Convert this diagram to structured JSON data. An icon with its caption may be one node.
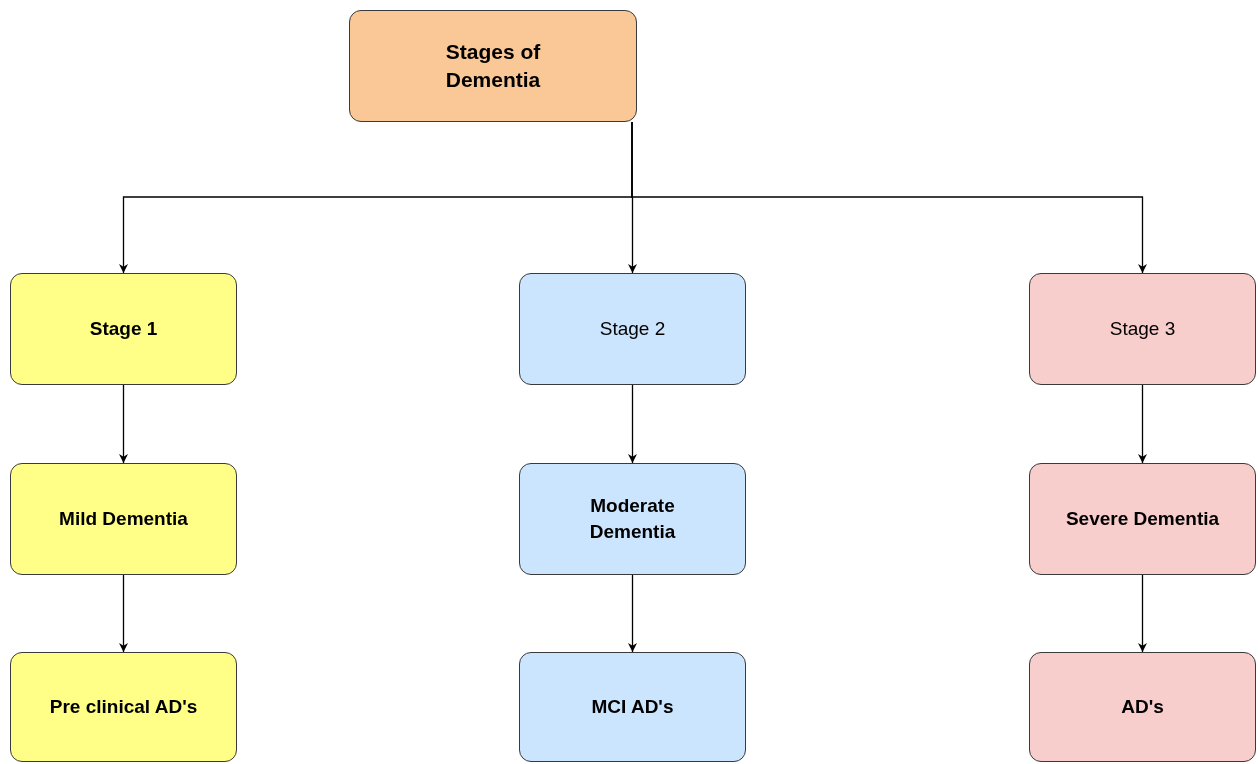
{
  "diagram": {
    "nodes": [
      {
        "text": [
          "Stages of Dementia"
        ]
      },
      {
        "text": [
          "Stage 1"
        ]
      },
      {
        "text": [
          "Stage 2"
        ]
      },
      {
        "text": [
          "Stage 3"
        ]
      },
      {
        "text": [
          "Mild Dementia"
        ]
      },
      {
        "text": [
          "Moderate Dementia"
        ]
      },
      {
        "text": [
          "Severe Dementia"
        ]
      },
      {
        "text": [
          "Pre clinical AD's"
        ]
      },
      {
        "text": [
          "MCI AD's"
        ]
      },
      {
        "text": [
          "AD's"
        ]
      }
    ],
    "edges": [
      {
        "from": 0,
        "to": 1,
        "arrow": "to"
      },
      {
        "from": 0,
        "to": 2,
        "arrow": "to"
      },
      {
        "from": 0,
        "to": 3,
        "arrow": "to"
      },
      {
        "from": 1,
        "to": 4,
        "arrow": "to"
      },
      {
        "from": 2,
        "to": 5,
        "arrow": "to"
      },
      {
        "from": 3,
        "to": 6,
        "arrow": "to"
      },
      {
        "from": 4,
        "to": 7,
        "arrow": "to"
      },
      {
        "from": 5,
        "to": 8,
        "arrow": "to"
      },
      {
        "from": 6,
        "to": 9,
        "arrow": "to"
      }
    ]
  }
}
